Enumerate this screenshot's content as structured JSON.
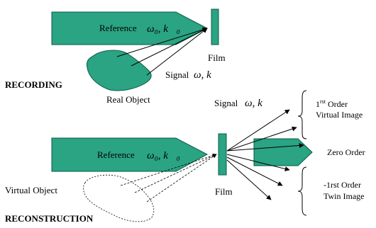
{
  "colors": {
    "shape_fill": "#2aa483",
    "shape_stroke": "#0a5a45",
    "line": "#000000",
    "background": "#ffffff"
  },
  "recording": {
    "section_label": "RECORDING",
    "reference_label": "Reference",
    "reference_math": "ω₀, k⃗₀",
    "film_label": "Film",
    "signal_label": "Signal",
    "signal_math": "ω, k⃗",
    "object_label": "Real Object"
  },
  "reconstruction": {
    "section_label": "RECONSTRUCTION",
    "reference_label": "Reference",
    "reference_math": "ω₀, k⃗₀",
    "film_label": "Film",
    "signal_label": "Signal",
    "signal_math": "ω, k⃗",
    "virtual_object_label": "Virtual Object",
    "first_order": {
      "ordinal_number": "1",
      "ordinal_suffix": "rst",
      "line1_rest": " Order",
      "line2": "Virtual Image"
    },
    "zero_order": "Zero Order",
    "minus_first_order": {
      "line1": "-1rst Order",
      "line2": "Twin Image"
    }
  }
}
